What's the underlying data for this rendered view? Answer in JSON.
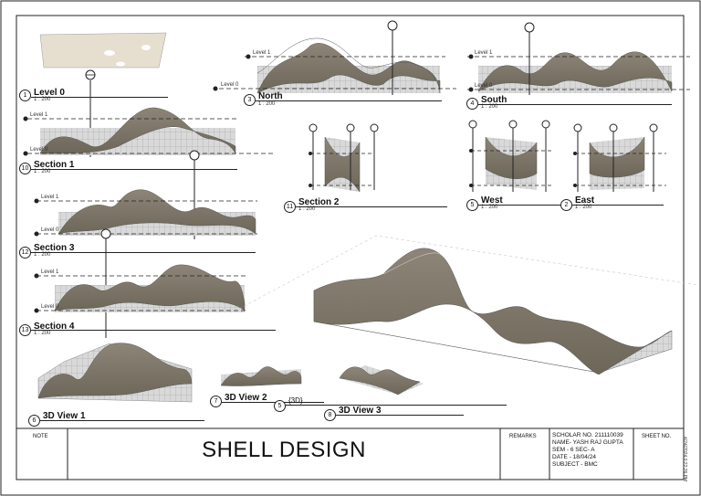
{
  "views": {
    "v1": {
      "num": "1",
      "title": "Level 0",
      "scale": "1 : 200"
    },
    "v2": {
      "num": "2",
      "title": "East",
      "scale": "1 : 200"
    },
    "v3": {
      "num": "3",
      "title": "North",
      "scale": "1 : 200"
    },
    "v4": {
      "num": "4",
      "title": "South",
      "scale": "1 : 200"
    },
    "v5": {
      "num": "5",
      "title": "West",
      "scale": "1 : 200"
    },
    "v6": {
      "num": "6",
      "title": "3D View 1"
    },
    "v7": {
      "num": "7",
      "title": "3D View 2"
    },
    "v5b": {
      "num": "5",
      "title": "{3D}"
    },
    "v8": {
      "num": "8",
      "title": "3D View 3"
    },
    "v10": {
      "num": "10",
      "title": "Section 1",
      "scale": "1 : 200"
    },
    "v11": {
      "num": "11",
      "title": "Section 2",
      "scale": "1 : 200"
    },
    "v12": {
      "num": "12",
      "title": "Section 3",
      "scale": "1 : 200"
    },
    "v13": {
      "num": "13",
      "title": "Section 4",
      "scale": "1 : 200"
    }
  },
  "levels": {
    "level1": "Level 1",
    "level0": "Level 0"
  },
  "title_block": {
    "note_label": "NOTE",
    "title": "SHELL DESIGN",
    "remarks_label": "REMARKS",
    "info": [
      "SCHOLAR NO. 211110039",
      "NAME-  YASH RAJ GUPTA",
      "SEM   - 6    SEC- A",
      "DATE  -  18/04/24",
      "SUBJECT - BMC"
    ],
    "sheet_label": "SHEET NO.",
    "stamp": "4/24/2024 0:22:26 PM"
  },
  "colors": {
    "shell_top": "#8a8275",
    "shell_bottom": "#6e6859",
    "glass": "#cfcfcf",
    "line": "#222222"
  }
}
